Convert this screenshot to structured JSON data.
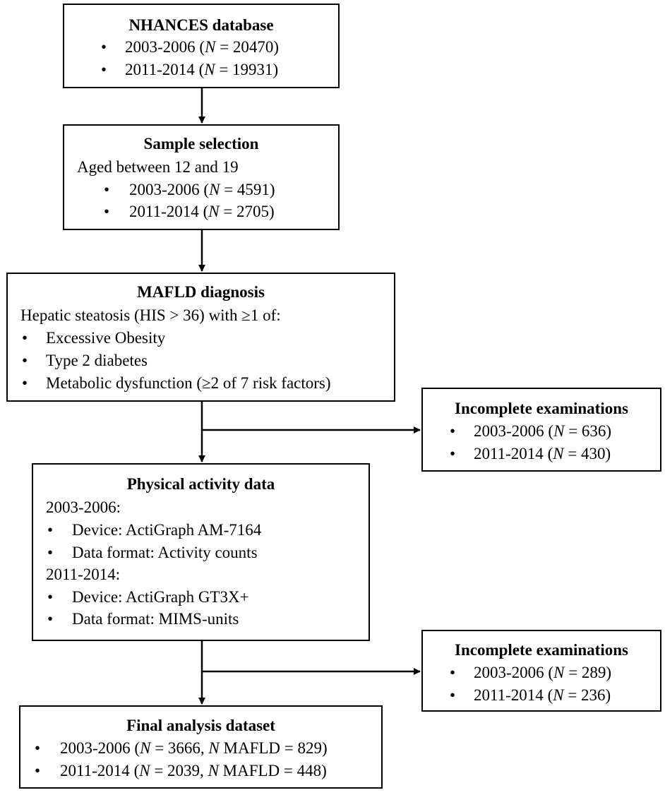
{
  "nhances": {
    "title": "NHANCES database",
    "items": [
      {
        "period": "2003-2006",
        "n_label": "N",
        "rest": " = 20470)"
      },
      {
        "period": "2011-2014",
        "n_label": "N",
        "rest": " = 19931)"
      }
    ]
  },
  "sample": {
    "title": "Sample selection",
    "subtitle": "Aged between 12 and 19",
    "items": [
      {
        "period": "2003-2006",
        "n_label": "N",
        "rest": " = 4591)"
      },
      {
        "period": "2011-2014",
        "n_label": "N",
        "rest": " = 2705)"
      }
    ]
  },
  "mafld": {
    "title": "MAFLD diagnosis",
    "subtitle": "Hepatic steatosis (HIS > 36) with ≥1 of:",
    "items": [
      "Excessive Obesity",
      "Type 2 diabetes",
      "Metabolic dysfunction (≥2 of 7 risk factors)"
    ]
  },
  "incomplete1": {
    "title": "Incomplete examinations",
    "items": [
      {
        "period": "2003-2006",
        "n_label": "N",
        "rest": " = 636)"
      },
      {
        "period": "2011-2014",
        "n_label": "N",
        "rest": " = 430)"
      }
    ]
  },
  "physical": {
    "title": "Physical activity data",
    "group1": "2003-2006:",
    "group1_items": [
      "Device: ActiGraph AM-7164",
      "Data format: Activity counts"
    ],
    "group2": "2011-2014:",
    "group2_items": [
      "Device: ActiGraph GT3X+",
      "Data format: MIMS-units"
    ]
  },
  "incomplete2": {
    "title": "Incomplete examinations",
    "items": [
      {
        "period": "2003-2006",
        "n_label": "N",
        "rest": " = 289)"
      },
      {
        "period": "2011-2014",
        "n_label": "N",
        "rest": " = 236)"
      }
    ]
  },
  "final": {
    "title": "Final analysis dataset",
    "items": [
      {
        "period": "2003-2006",
        "n_label": "N",
        "mid": " = 3666, ",
        "n_label2": "N",
        "rest": " MAFLD = 829)"
      },
      {
        "period": "2011-2014",
        "n_label": "N",
        "mid": " = 2039, ",
        "n_label2": "N",
        "rest": " MAFLD = 448)"
      }
    ]
  },
  "bullet_char": "•",
  "open_paren": " ("
}
